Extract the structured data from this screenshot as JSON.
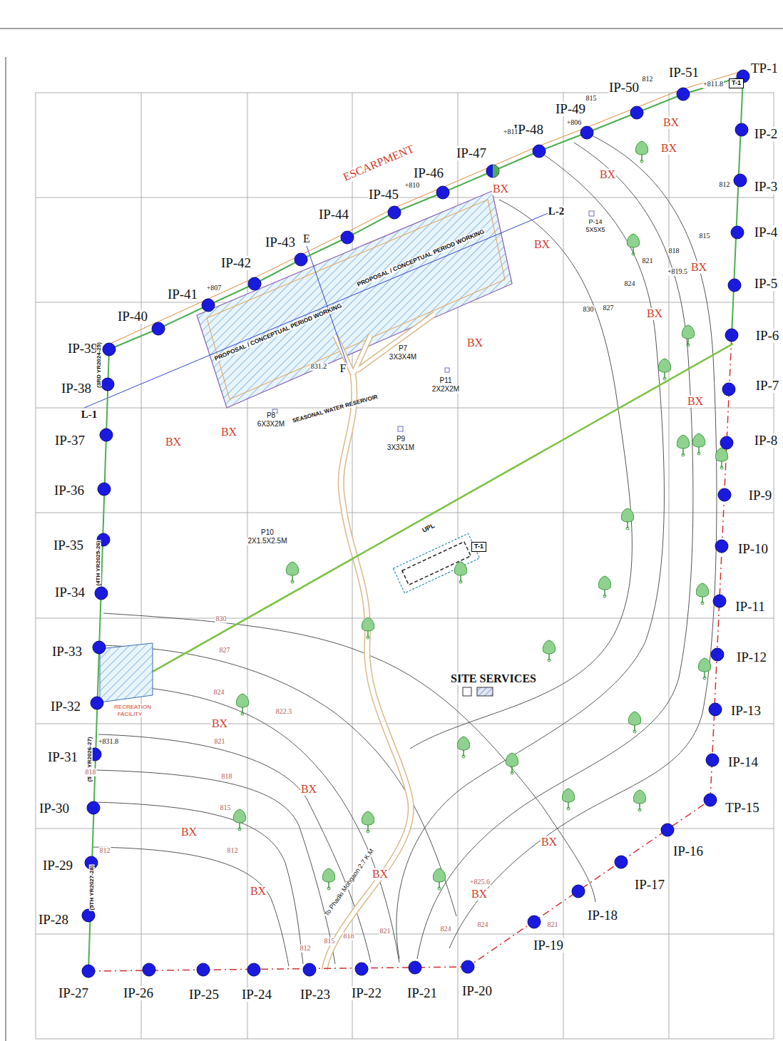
{
  "diagram": {
    "nodes": [
      {
        "text": [
          "T-1"
        ]
      },
      {
        "text": [
          "T-1"
        ]
      }
    ],
    "labels": [
      "TP-1",
      "IP-2",
      "IP-3",
      "IP-4",
      "IP-5",
      "IP-6",
      "IP-7",
      "IP-8",
      "IP-9",
      "IP-10",
      "IP-11",
      "IP-12",
      "IP-13",
      "IP-14",
      "TP-15",
      "IP-16",
      "IP-17",
      "IP-18",
      "IP-19",
      "IP-20",
      "IP-21",
      "IP-22",
      "IP-23",
      "IP-24",
      "IP-25",
      "IP-26",
      "IP-27",
      "IP-28",
      "IP-29",
      "IP-30",
      "IP-31",
      "IP-32",
      "IP-33",
      "IP-34",
      "IP-35",
      "IP-36",
      "IP-37",
      "IP-38",
      "IP-39",
      "IP-40",
      "IP-41",
      "IP-42",
      "IP-43",
      "IP-44",
      "IP-45",
      "IP-46",
      "IP-47",
      "IP-48",
      "IP-49",
      "IP-50",
      "IP-51",
      "ESCARPMENT",
      "L-1",
      "L-2",
      "E",
      "F",
      "P-14",
      "5X5X5",
      "P7",
      "3X3X4M",
      "P11",
      "2X2X2M",
      "P8",
      "6X3X2M",
      "P9",
      "3X3X1M",
      "P10",
      "2X1.5X2.5M",
      "PROPOSAL / CONCEPTUAL PERIOD WORKING",
      "PROPOSAL / CONCEPTUAL PERIOD WORKING",
      "SEASONAL WATER RESERVOIR",
      "UPL",
      "SITE SERVICES",
      "RECREATION",
      "FACILITY",
      "(3RD YR2024-25)",
      "(4TH YR2025-26)",
      "(5TH YR2026-27)",
      "(5TH YR2027-28)",
      "To Phadki Mohgaon 2.7 K.M",
      "812",
      "815",
      "+811.8",
      "+806",
      "+811",
      "+810",
      "+807",
      "812",
      "815",
      "818",
      "821",
      "+819.5",
      "824",
      "830",
      "827",
      "831.2",
      "830",
      "827",
      "824",
      "822.3",
      "821",
      "+831.8",
      "818",
      "818",
      "815",
      "812",
      "812",
      "+825.6",
      "824",
      "824",
      "821",
      "812",
      "815",
      "818",
      "821",
      "BX",
      "BX",
      "BX",
      "BX",
      "BX",
      "BX",
      "BX",
      "BX",
      "BX",
      "BX",
      "BX",
      "BX",
      "BX",
      "BX",
      "BX",
      "BX",
      "BX",
      "BX"
    ]
  }
}
